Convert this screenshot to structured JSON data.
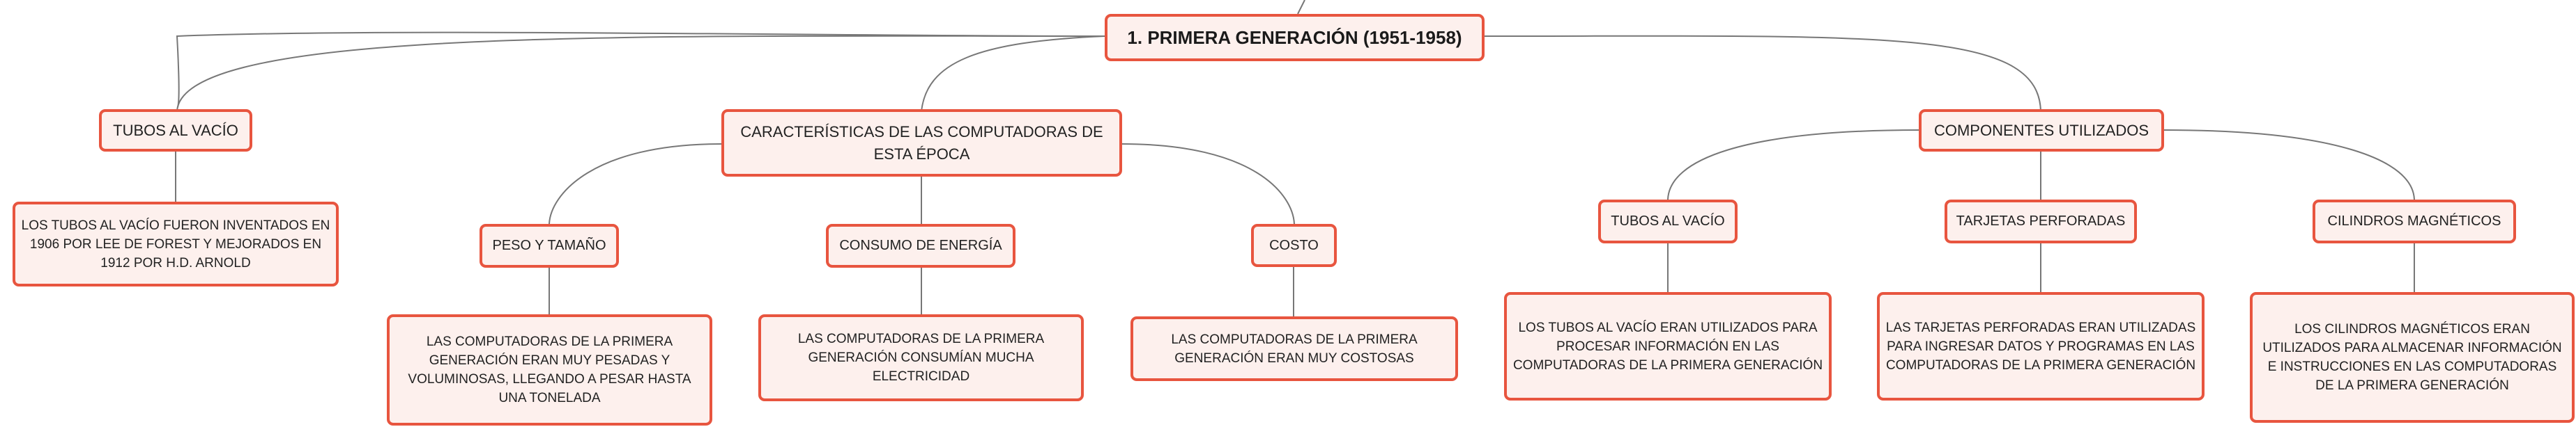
{
  "root": {
    "title": "1. PRIMERA GENERACIÓN (1951-1958)"
  },
  "branches": {
    "tubos": {
      "label": "TUBOS AL VACÍO",
      "description": "LOS TUBOS AL VACÍO FUERON INVENTADOS EN 1906 POR LEE DE FOREST Y MEJORADOS EN 1912 POR H.D. ARNOLD"
    },
    "caracteristicas": {
      "label": "CARACTERÍSTICAS DE LAS COMPUTADORAS DE ESTA ÉPOCA",
      "children": [
        {
          "label": "PESO Y TAMAÑO",
          "description": "LAS COMPUTADORAS DE LA PRIMERA GENERACIÓN ERAN MUY PESADAS Y VOLUMINOSAS, LLEGANDO A PESAR HASTA UNA TONELADA"
        },
        {
          "label": "CONSUMO DE ENERGÍA",
          "description": "LAS COMPUTADORAS DE LA PRIMERA GENERACIÓN CONSUMÍAN MUCHA ELECTRICIDAD"
        },
        {
          "label": "COSTO",
          "description": "LAS COMPUTADORAS DE LA PRIMERA GENERACIÓN ERAN MUY COSTOSAS"
        }
      ]
    },
    "componentes": {
      "label": "COMPONENTES UTILIZADOS",
      "children": [
        {
          "label": "TUBOS AL VACÍO",
          "description": "LOS TUBOS AL VACÍO ERAN UTILIZADOS PARA PROCESAR INFORMACIÓN EN LAS COMPUTADORAS DE LA PRIMERA GENERACIÓN"
        },
        {
          "label": "TARJETAS PERFORADAS",
          "description": "LAS TARJETAS PERFORADAS ERAN UTILIZADAS PARA INGRESAR DATOS Y PROGRAMAS EN LAS COMPUTADORAS DE LA PRIMERA GENERACIÓN"
        },
        {
          "label": "CILINDROS MAGNÉTICOS",
          "description": "LOS CILINDROS MAGNÉTICOS ERAN UTILIZADOS PARA ALMACENAR INFORMACIÓN E INSTRUCCIONES EN LAS COMPUTADORAS DE LA PRIMERA GENERACIÓN"
        }
      ]
    }
  },
  "colors": {
    "border": "#e8553f",
    "fill": "#fdf0ed",
    "line": "#777777"
  }
}
